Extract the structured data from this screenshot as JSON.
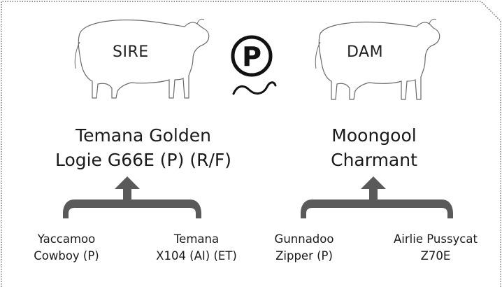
{
  "polled_mark": {
    "letter": "P",
    "icon": "polled-p-circle-icon"
  },
  "sire": {
    "tag": "SIRE",
    "name_line1": "Temana Golden",
    "name_line2": "Logie G66E (P) (R/F)",
    "grandsire": {
      "line1": "Yaccamoo",
      "line2": "Cowboy (P)"
    },
    "granddam": {
      "line1": "Temana",
      "line2": "X104 (AI) (ET)"
    }
  },
  "dam": {
    "tag": "DAM",
    "name_line1": "Moongool",
    "name_line2": "Charmant",
    "grandsire": {
      "line1": "Gunnadoo",
      "line2": "Zipper (P)"
    },
    "granddam": {
      "line1": "Airlie Pussycat",
      "line2": "Z70E"
    }
  },
  "colors": {
    "bracket": "#5a5a5a",
    "outline": "#6a6a6a",
    "border": "#555555",
    "text": "#1a1a1a"
  }
}
